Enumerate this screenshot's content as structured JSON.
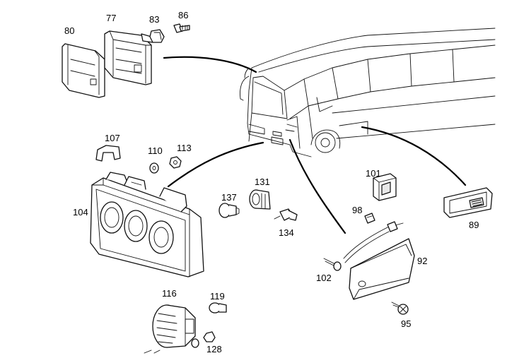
{
  "callouts": {
    "p77": "77",
    "p80": "80",
    "p83": "83",
    "p86": "86",
    "p107": "107",
    "p110": "110",
    "p113": "113",
    "p104": "104",
    "p137": "137",
    "p131": "131",
    "p134": "134",
    "p101": "101",
    "p98": "98",
    "p89": "89",
    "p92": "92",
    "p102": "102",
    "p95": "95",
    "p116": "116",
    "p119": "119",
    "p128": "128"
  }
}
